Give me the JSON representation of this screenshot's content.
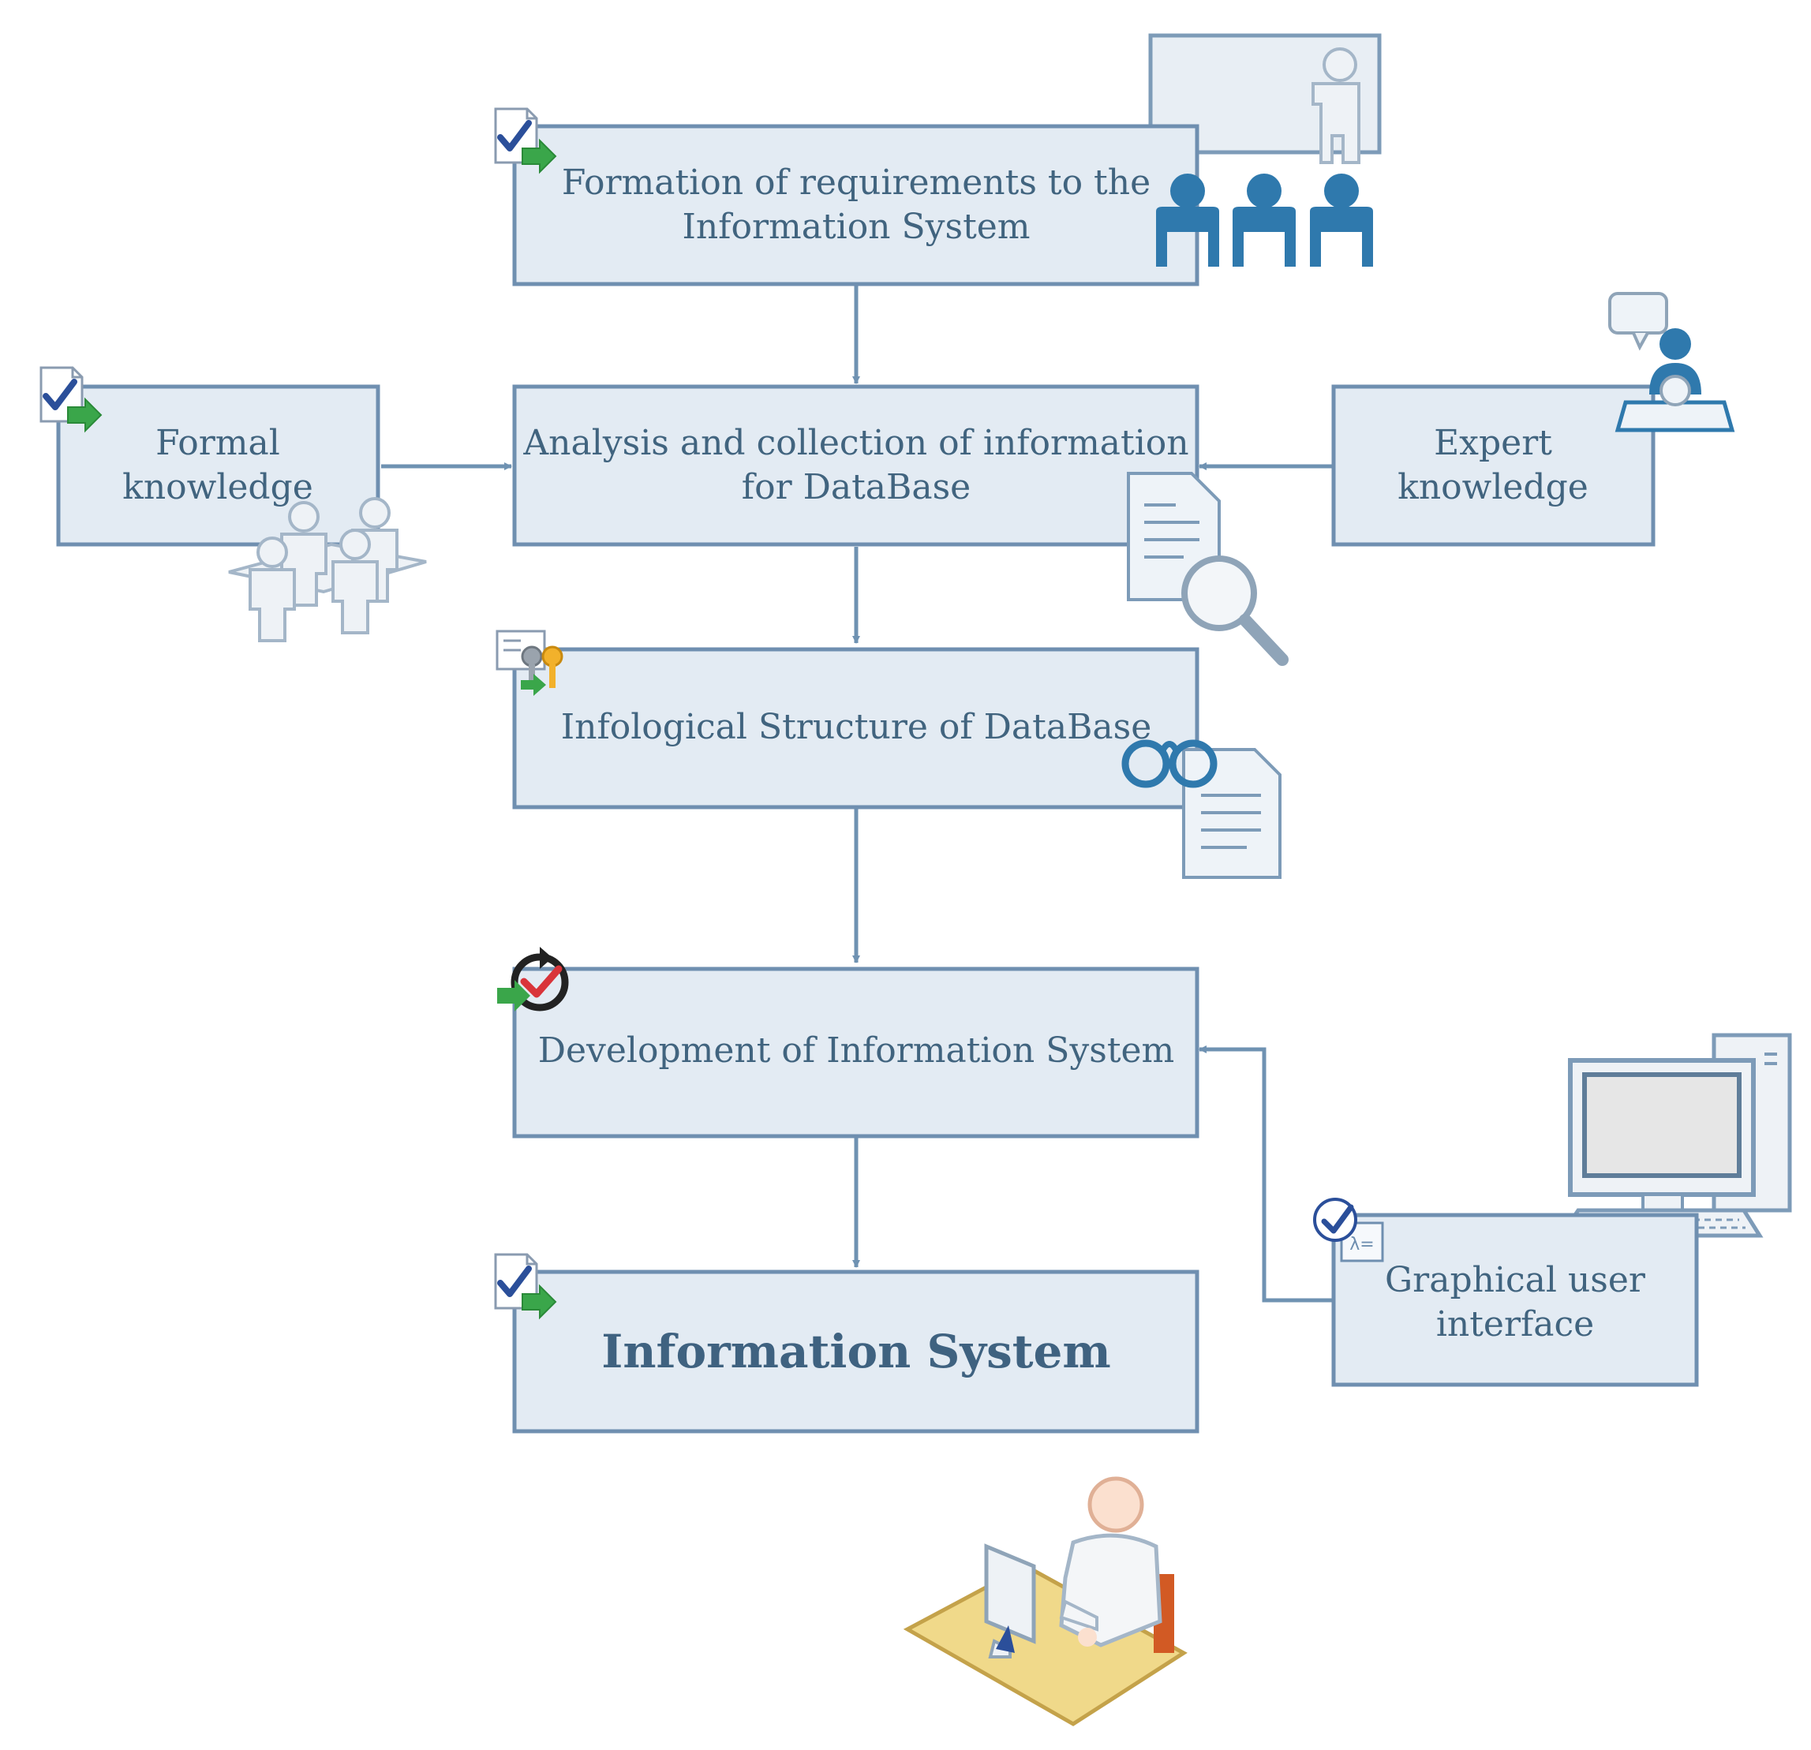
{
  "nodes": {
    "requirements": {
      "line1": "Formation of requirements to the",
      "line2": "Information System"
    },
    "analysis": {
      "line1": "Analysis and collection of information",
      "line2": "for DataBase"
    },
    "formal": {
      "line1": "Formal",
      "line2": "knowledge"
    },
    "expert": {
      "line1": "Expert",
      "line2": "knowledge"
    },
    "infological": {
      "line1": "Infological Structure of DataBase"
    },
    "development": {
      "line1": "Development of Information System"
    },
    "gui": {
      "line1": "Graphical user",
      "line2": "interface"
    },
    "system": {
      "line1": "Information System"
    }
  },
  "edges": [
    {
      "from": "requirements",
      "to": "analysis"
    },
    {
      "from": "formal",
      "to": "analysis"
    },
    {
      "from": "expert",
      "to": "analysis"
    },
    {
      "from": "analysis",
      "to": "infological"
    },
    {
      "from": "infological",
      "to": "development"
    },
    {
      "from": "gui",
      "to": "development"
    },
    {
      "from": "development",
      "to": "system"
    }
  ],
  "colors": {
    "box_fill": "#e3ebf3",
    "box_border": "#6f8fb0",
    "text": "#41647f",
    "connector": "#6f92b2",
    "people_icon": "#2f79ad",
    "check_mark": "#2b4f9a",
    "green_arrow": "#3aa64a"
  },
  "icons": [
    "checklist-arrow-icon",
    "presenter-icon",
    "audience-icon",
    "meeting-icon",
    "speech-bubble-icon",
    "consultant-icon",
    "document-magnifier-icon",
    "keys-icon",
    "glasses-icon",
    "document-icon",
    "refresh-check-icon",
    "computer-icon",
    "desk-user-icon"
  ]
}
